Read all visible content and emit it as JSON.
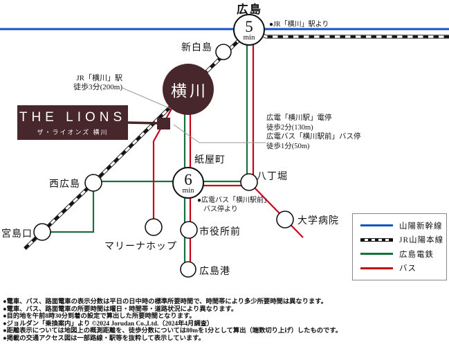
{
  "map": {
    "hiroshima_label": "広島",
    "badge5": {
      "value": "5",
      "unit": "min",
      "note": "●JR「横川」駅より"
    },
    "shinhakushima": "新白島",
    "yokogawa": "横川",
    "jr_callout": {
      "line1": "JR「横川」駅",
      "line2": "徒歩3分(200m)"
    },
    "property": {
      "brand": "THE LIONS",
      "name": "ザ・ライオンズ 横川"
    },
    "hiroden_callout": {
      "line1": "広電「横川駅」電停",
      "line2": "徒歩2分(130m)",
      "line3": "広電バス「横川駅前」バス停",
      "line4": "徒歩1分(50m)"
    },
    "kamiyacho": "紙屋町",
    "badge6": {
      "value": "6",
      "unit": "min"
    },
    "badge6_note": {
      "line1": "●広電バス「横川駅前」",
      "line2": "バス停より"
    },
    "hatchobori": "八丁堀",
    "nishihiroshima": "西広島",
    "miyajimaguchi": "宮島口",
    "marina_hop": "マリーナホップ",
    "shiyakusho_mae": "市役所前",
    "hiroshima_port": "広島港",
    "daigaku_byoin": "大学病院"
  },
  "legend": {
    "items": [
      {
        "label": "山陽新幹線",
        "color": "#1553c0",
        "style": "solid"
      },
      {
        "label": "JR山陽本線",
        "color": "#111111",
        "style": "dashed"
      },
      {
        "label": "広島電鉄",
        "color": "#17713f",
        "style": "solid"
      },
      {
        "label": "バス",
        "color": "#c70019",
        "style": "solid"
      }
    ]
  },
  "footnotes": [
    "●電車、バス、路面電車の表示分数は平日の日中時の標準所要時間で、時間帯により多少所要時間は異なります。",
    "●電車、バス、路面電車の所要時間は曜日・時間帯・道路状況により異なります。",
    "●目的地を午前8時30分到着の設定で算出した所要時間となります。",
    "●ジョルダン「乗換案内」より ©2024 Jorudan Co.,Ltd.（2024年4月調査）",
    "●距離表示については地図上の概測距離を、徒歩分数については80mを1分として算出（端数切り上げ）したものです。",
    "●掲載の交通アクセス図は一部路線・駅等を抜粋して表示しています。"
  ],
  "colors": {
    "brand": "#47262c",
    "shinkansen": "#1553c0",
    "jr_line": "#111111",
    "hiroden": "#17713f",
    "bus": "#c70019"
  }
}
